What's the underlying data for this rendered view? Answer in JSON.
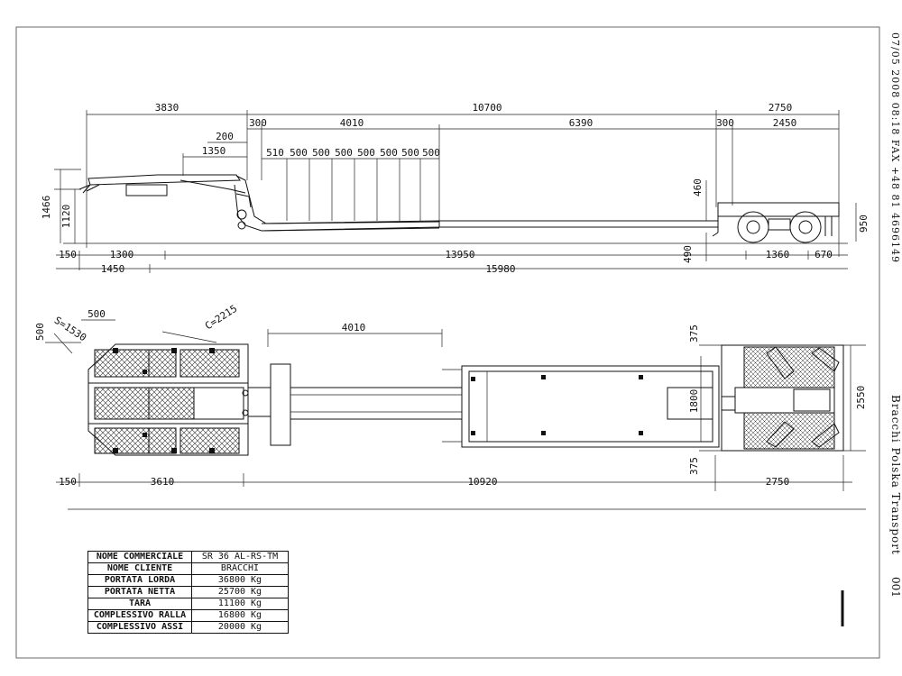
{
  "fax_header": "07/05 2008 08:18 FAX +48 81 4696149",
  "company_label": "Bracchi Polska Transport",
  "page_number": "001",
  "side_view": {
    "dims_top": [
      "3830",
      "10700",
      "2750"
    ],
    "dims_row2": [
      "300",
      "4010",
      "6390",
      "300",
      "2450"
    ],
    "dim_200": "200",
    "dim_1350": "1350",
    "spacing_dims": [
      "510",
      "500",
      "500",
      "500",
      "500",
      "500",
      "500",
      "500"
    ],
    "height_dims": [
      "1466",
      "1120"
    ],
    "dim_460": "460",
    "dim_950": "950",
    "dim_490": "490",
    "bottom_dims": [
      "150",
      "1300",
      "13950",
      "1360",
      "670"
    ],
    "overall_dims": [
      "1450",
      "15980"
    ]
  },
  "top_view": {
    "dim_500_top": "500",
    "dim_500_side": "500",
    "dim_s1530": "S=1530",
    "dim_c2215": "C=2215",
    "dim_4010": "4010",
    "dim_375_top": "375",
    "dim_1800": "1800",
    "dim_375_bottom": "375",
    "dim_2550": "2550",
    "bottom_dims": [
      "150",
      "3610",
      "10920",
      "2750"
    ]
  },
  "spec_table": [
    {
      "label": "NOME COMMERCIALE",
      "value": "SR 36 AL-RS-TM"
    },
    {
      "label": "NOME CLIENTE",
      "value": "BRACCHI"
    },
    {
      "label": "PORTATA LORDA",
      "value": "36800 Kg"
    },
    {
      "label": "PORTATA NETTA",
      "value": "25700 Kg"
    },
    {
      "label": "TARA",
      "value": "11100 Kg"
    },
    {
      "label": "COMPLESSIVO RALLA",
      "value": "16800 Kg"
    },
    {
      "label": "COMPLESSIVO ASSI",
      "value": "20000 Kg"
    }
  ]
}
